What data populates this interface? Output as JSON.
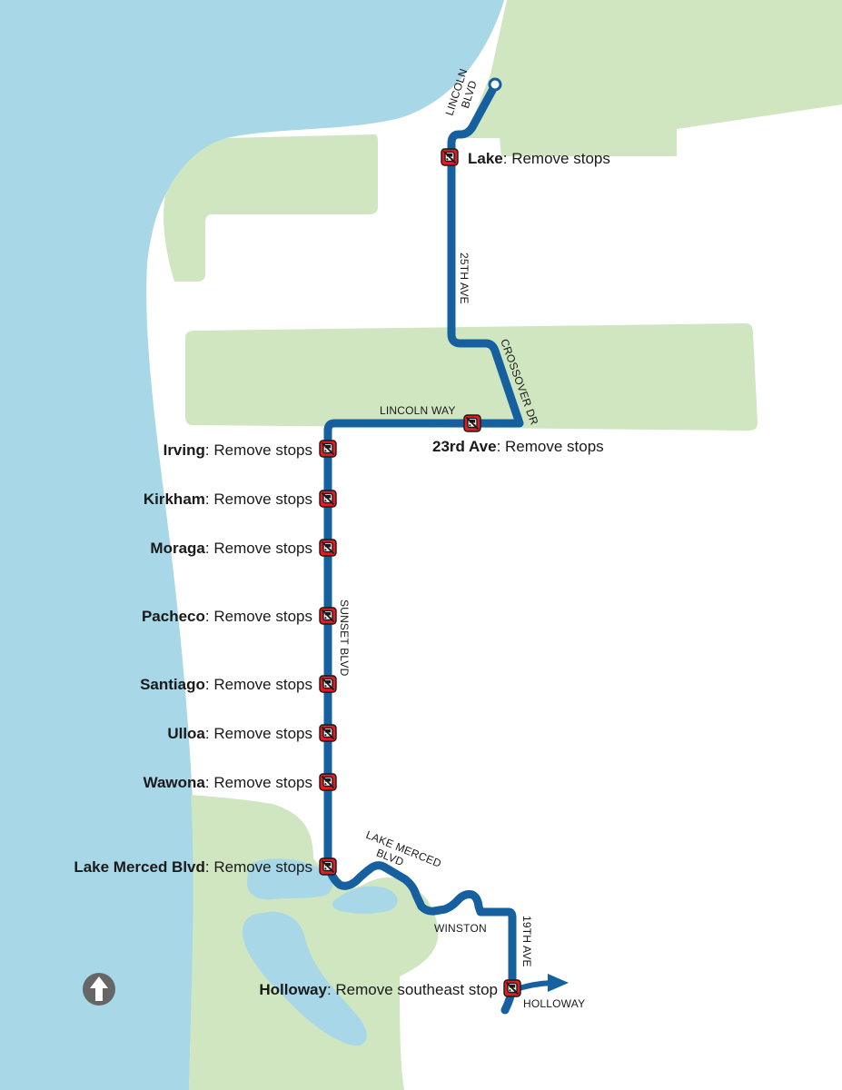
{
  "colors": {
    "water": "#a8d7e8",
    "park": "#cfe6c1",
    "land": "#ffffff",
    "route": "#1760a0",
    "stop_icon": "#e31b23"
  },
  "icons": {
    "stop": "bus-stop-removed-icon",
    "north": "north-arrow-icon",
    "terminus": "route-terminus-icon",
    "direction": "route-direction-arrow-icon"
  },
  "streets": {
    "lincoln_blvd_1": "LINCOLN",
    "lincoln_blvd_2": "BLVD",
    "ave_25th": "25TH AVE",
    "crossover_dr": "CROSSOVER DR",
    "lincoln_way": "LINCOLN WAY",
    "sunset_blvd": "SUNSET BLVD",
    "lake_merced_blvd_1": "LAKE MERCED",
    "lake_merced_blvd_2": "BLVD",
    "winston": "WINSTON",
    "ave_19th": "19TH AVE",
    "holloway": "HOLLOWAY"
  },
  "stops": {
    "lake": {
      "name": "Lake",
      "action": ": Remove stops"
    },
    "ave_23rd": {
      "name": "23rd Ave",
      "action": ": Remove stops"
    },
    "irving": {
      "name": "Irving",
      "action": ": Remove stops"
    },
    "kirkham": {
      "name": "Kirkham",
      "action": ": Remove stops"
    },
    "moraga": {
      "name": "Moraga",
      "action": ": Remove stops"
    },
    "pacheco": {
      "name": "Pacheco",
      "action": ": Remove stops"
    },
    "santiago": {
      "name": "Santiago",
      "action": ": Remove stops"
    },
    "ulloa": {
      "name": "Ulloa",
      "action": ": Remove stops"
    },
    "wawona": {
      "name": "Wawona",
      "action": ": Remove stops"
    },
    "lake_merced": {
      "name": "Lake Merced Blvd",
      "action": ": Remove stops"
    },
    "holloway": {
      "name": "Holloway",
      "action": ": Remove southeast stop"
    }
  }
}
